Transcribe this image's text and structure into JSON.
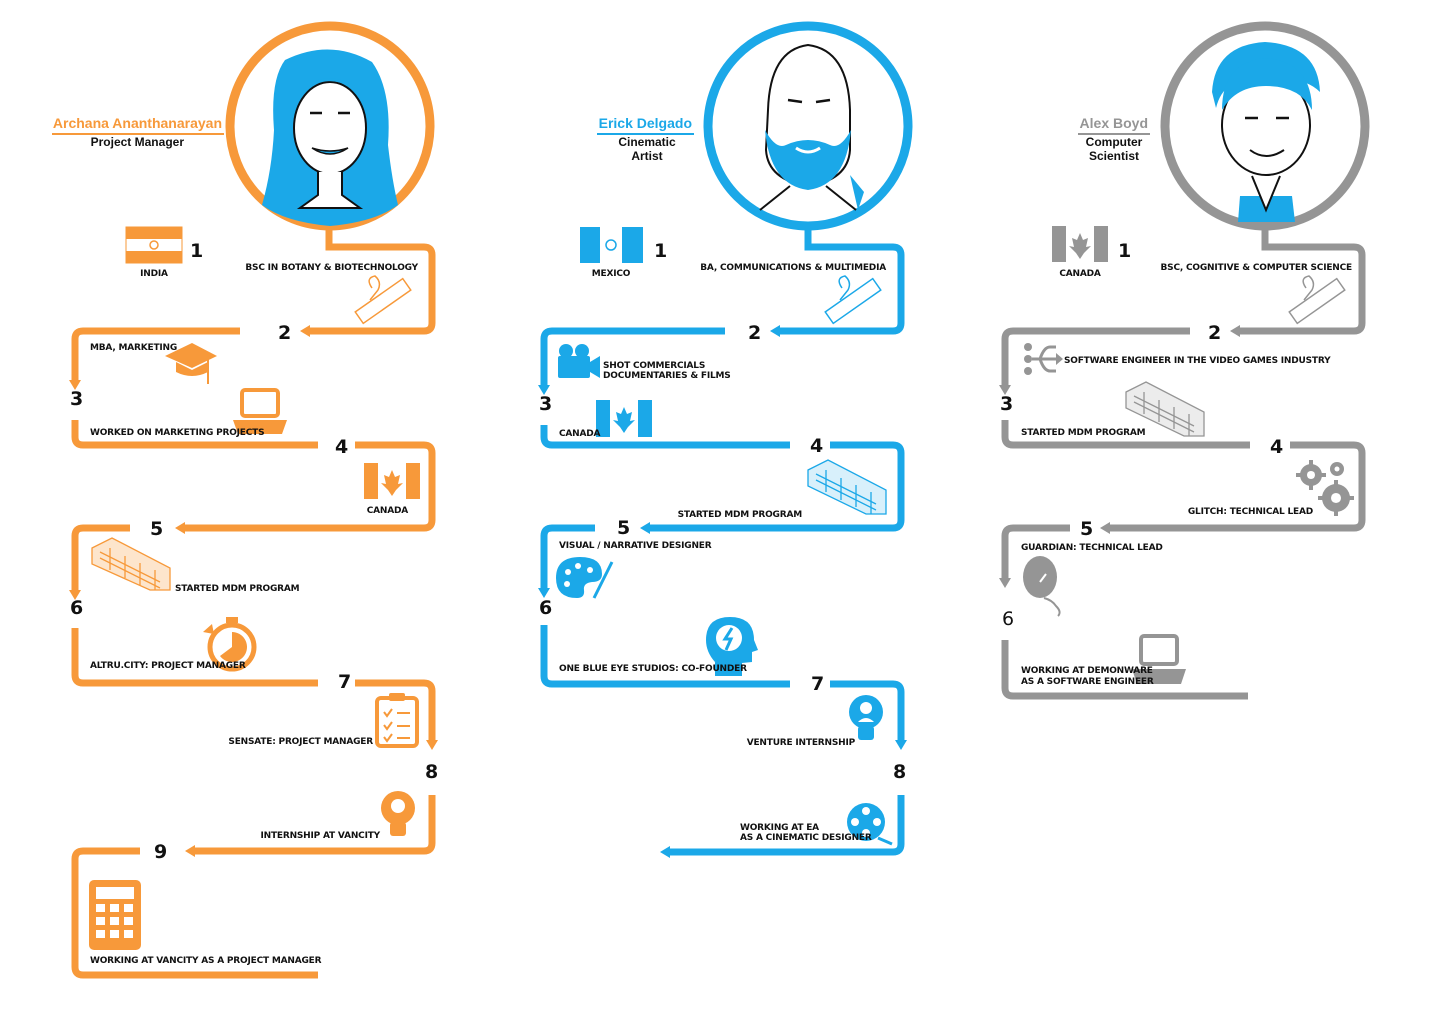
{
  "colors": {
    "orange": "#F7993A",
    "blue": "#1BA8E8",
    "gray": "#959595",
    "text": "#111111"
  },
  "people": [
    {
      "name": "Archana Ananthanarayan",
      "role_lines": [
        "Project Manager"
      ],
      "color": "#F7993A",
      "steps": [
        {
          "num": "1",
          "country": "INDIA",
          "label": "BSC IN BOTANY & BIOTECHNOLOGY",
          "icon": "diploma-icon"
        },
        {
          "num": "2",
          "label": "MBA, MARKETING",
          "icon": "graduation-cap-icon"
        },
        {
          "num": "3",
          "label": "WORKED ON MARKETING PROJECTS",
          "icon": "laptop-icon"
        },
        {
          "num": "4",
          "label": "CANADA",
          "icon": "canada-flag-icon"
        },
        {
          "num": "5",
          "label": "STARTED MDM PROGRAM",
          "icon": "building-icon"
        },
        {
          "num": "6",
          "label": "ALTRU.CITY: PROJECT MANAGER",
          "icon": "stopwatch-icon"
        },
        {
          "num": "7",
          "label": "SENSATE: PROJECT MANAGER",
          "icon": "clipboard-icon"
        },
        {
          "num": "8",
          "label": "INTERNSHIP AT VANCITY",
          "icon": "lightbulb-icon"
        },
        {
          "num": "9",
          "label": "WORKING AT VANCITY AS A PROJECT MANAGER",
          "icon": "calculator-icon"
        }
      ]
    },
    {
      "name": "Erick Delgado",
      "role_lines": [
        "Cinematic",
        "Artist"
      ],
      "color": "#1BA8E8",
      "steps": [
        {
          "num": "1",
          "country": "MEXICO",
          "label": "BA, COMMUNICATIONS & MULTIMEDIA",
          "icon": "diploma-icon"
        },
        {
          "num": "2",
          "label_lines": [
            "SHOT COMMERCIALS",
            "DOCUMENTARIES & FILMS"
          ],
          "icon": "video-camera-icon"
        },
        {
          "num": "3",
          "label": "CANADA",
          "icon": "canada-flag-icon"
        },
        {
          "num": "4",
          "label": "STARTED MDM PROGRAM",
          "icon": "building-icon"
        },
        {
          "num": "5",
          "label": "VISUAL / NARRATIVE DESIGNER",
          "icon": "palette-icon"
        },
        {
          "num": "6",
          "label": "ONE BLUE EYE STUDIOS: CO-FOUNDER",
          "icon": "brain-head-icon"
        },
        {
          "num": "7",
          "label": "VENTURE INTERNSHIP",
          "icon": "lightbulb-icon"
        },
        {
          "num": "8",
          "label_lines": [
            "WORKING AT EA",
            "AS A CINEMATIC DESIGNER"
          ],
          "icon": "film-reel-icon"
        }
      ]
    },
    {
      "name": "Alex Boyd",
      "role_lines": [
        "Computer",
        "Scientist"
      ],
      "color": "#959595",
      "steps": [
        {
          "num": "1",
          "country": "CANADA",
          "label": "BSC, COGNITIVE & COMPUTER SCIENCE",
          "icon": "diploma-icon"
        },
        {
          "num": "2",
          "label": "SOFTWARE ENGINEER IN THE VIDEO GAMES INDUSTRY",
          "icon": "branch-icon"
        },
        {
          "num": "3",
          "label": "STARTED MDM PROGRAM",
          "icon": "building-icon"
        },
        {
          "num": "4",
          "label": "GLITCH: TECHNICAL LEAD",
          "icon": "gears-icon"
        },
        {
          "num": "5",
          "label": "GUARDIAN: TECHNICAL LEAD",
          "icon": "mouse-icon"
        },
        {
          "num": "6",
          "label_lines": [
            "WORKING AT DEMONWARE",
            "AS A SOFTWARE ENGINEER"
          ],
          "icon": "laptop-icon"
        }
      ]
    }
  ]
}
